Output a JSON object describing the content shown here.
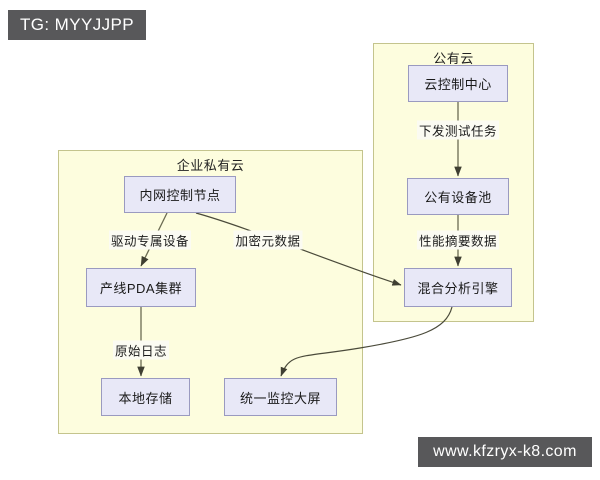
{
  "diagram": {
    "type": "flowchart",
    "background_color": "#ffffff",
    "cluster_fill": "#fdfdde",
    "cluster_stroke": "#c4c48d",
    "node_fill": "#e8e8f7",
    "node_stroke": "#9a9ac0",
    "edge_color": "#4a4a3a",
    "clusters": [
      {
        "id": "public-cloud",
        "title": "公有云"
      },
      {
        "id": "private-cloud",
        "title": "企业私有云"
      }
    ],
    "nodes": [
      {
        "id": "cloud-control-center",
        "label": "云控制中心"
      },
      {
        "id": "public-device-pool",
        "label": "公有设备池"
      },
      {
        "id": "hybrid-analysis-engine",
        "label": "混合分析引擎"
      },
      {
        "id": "intranet-control-node",
        "label": "内网控制节点"
      },
      {
        "id": "pda-cluster",
        "label": "产线PDA集群"
      },
      {
        "id": "local-storage",
        "label": "本地存储"
      },
      {
        "id": "unified-monitor-screen",
        "label": "统一监控大屏"
      }
    ],
    "edges": [
      {
        "id": "edge-dispatch-test-task",
        "from": "云控制中心",
        "to": "公有设备池",
        "label": "下发测试任务"
      },
      {
        "id": "edge-performance-summary",
        "from": "公有设备池",
        "to": "混合分析引擎",
        "label": "性能摘要数据"
      },
      {
        "id": "edge-drive-dedicated-device",
        "from": "内网控制节点",
        "to": "产线PDA集群",
        "label": "驱动专属设备"
      },
      {
        "id": "edge-encrypted-metadata",
        "from": "内网控制节点",
        "to": "混合分析引擎",
        "label": "加密元数据"
      },
      {
        "id": "edge-raw-log",
        "from": "产线PDA集群",
        "to": "本地存储",
        "label": "原始日志"
      },
      {
        "id": "edge-to-monitor",
        "from": "混合分析引擎",
        "to": "统一监控大屏",
        "label": ""
      }
    ]
  },
  "watermarks": {
    "top_left": "TG: MYYJJPP",
    "bottom_right": "www.kfzryx-k8.com"
  }
}
